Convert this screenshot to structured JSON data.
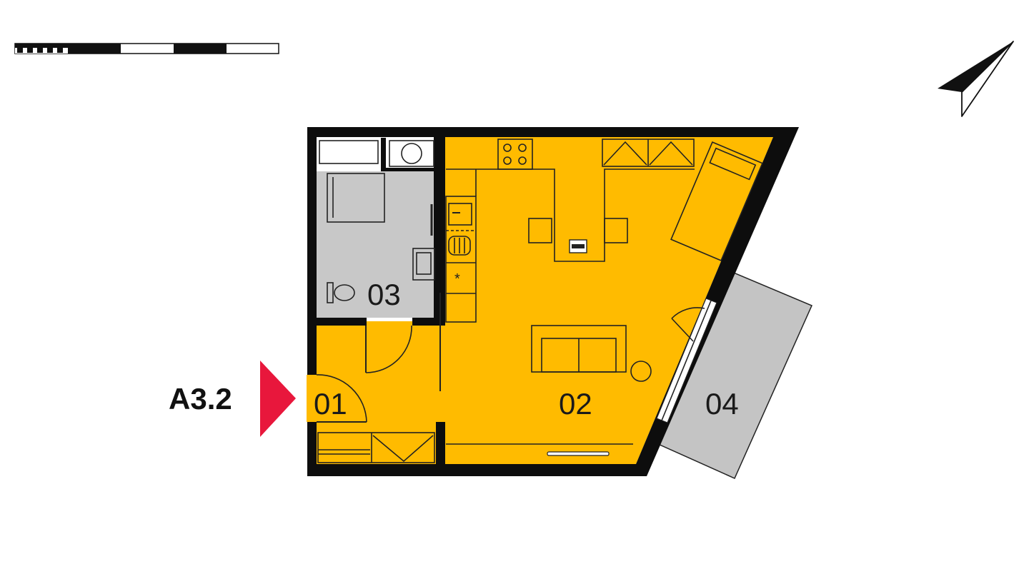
{
  "unit": {
    "label": "A3.2"
  },
  "rooms": [
    {
      "id": "01",
      "label": "01"
    },
    {
      "id": "02",
      "label": "02"
    },
    {
      "id": "03",
      "label": "03"
    },
    {
      "id": "04",
      "label": "04"
    }
  ],
  "colors": {
    "living": "#ffbb00",
    "wet_room": "#c8c8c8",
    "balcony": "#c4c4c4",
    "wall": "#0d0d0d",
    "entrance_marker": "#e8173c"
  },
  "icons": [
    "scale-bar-icon",
    "north-arrow-icon",
    "entrance-arrow-icon"
  ]
}
